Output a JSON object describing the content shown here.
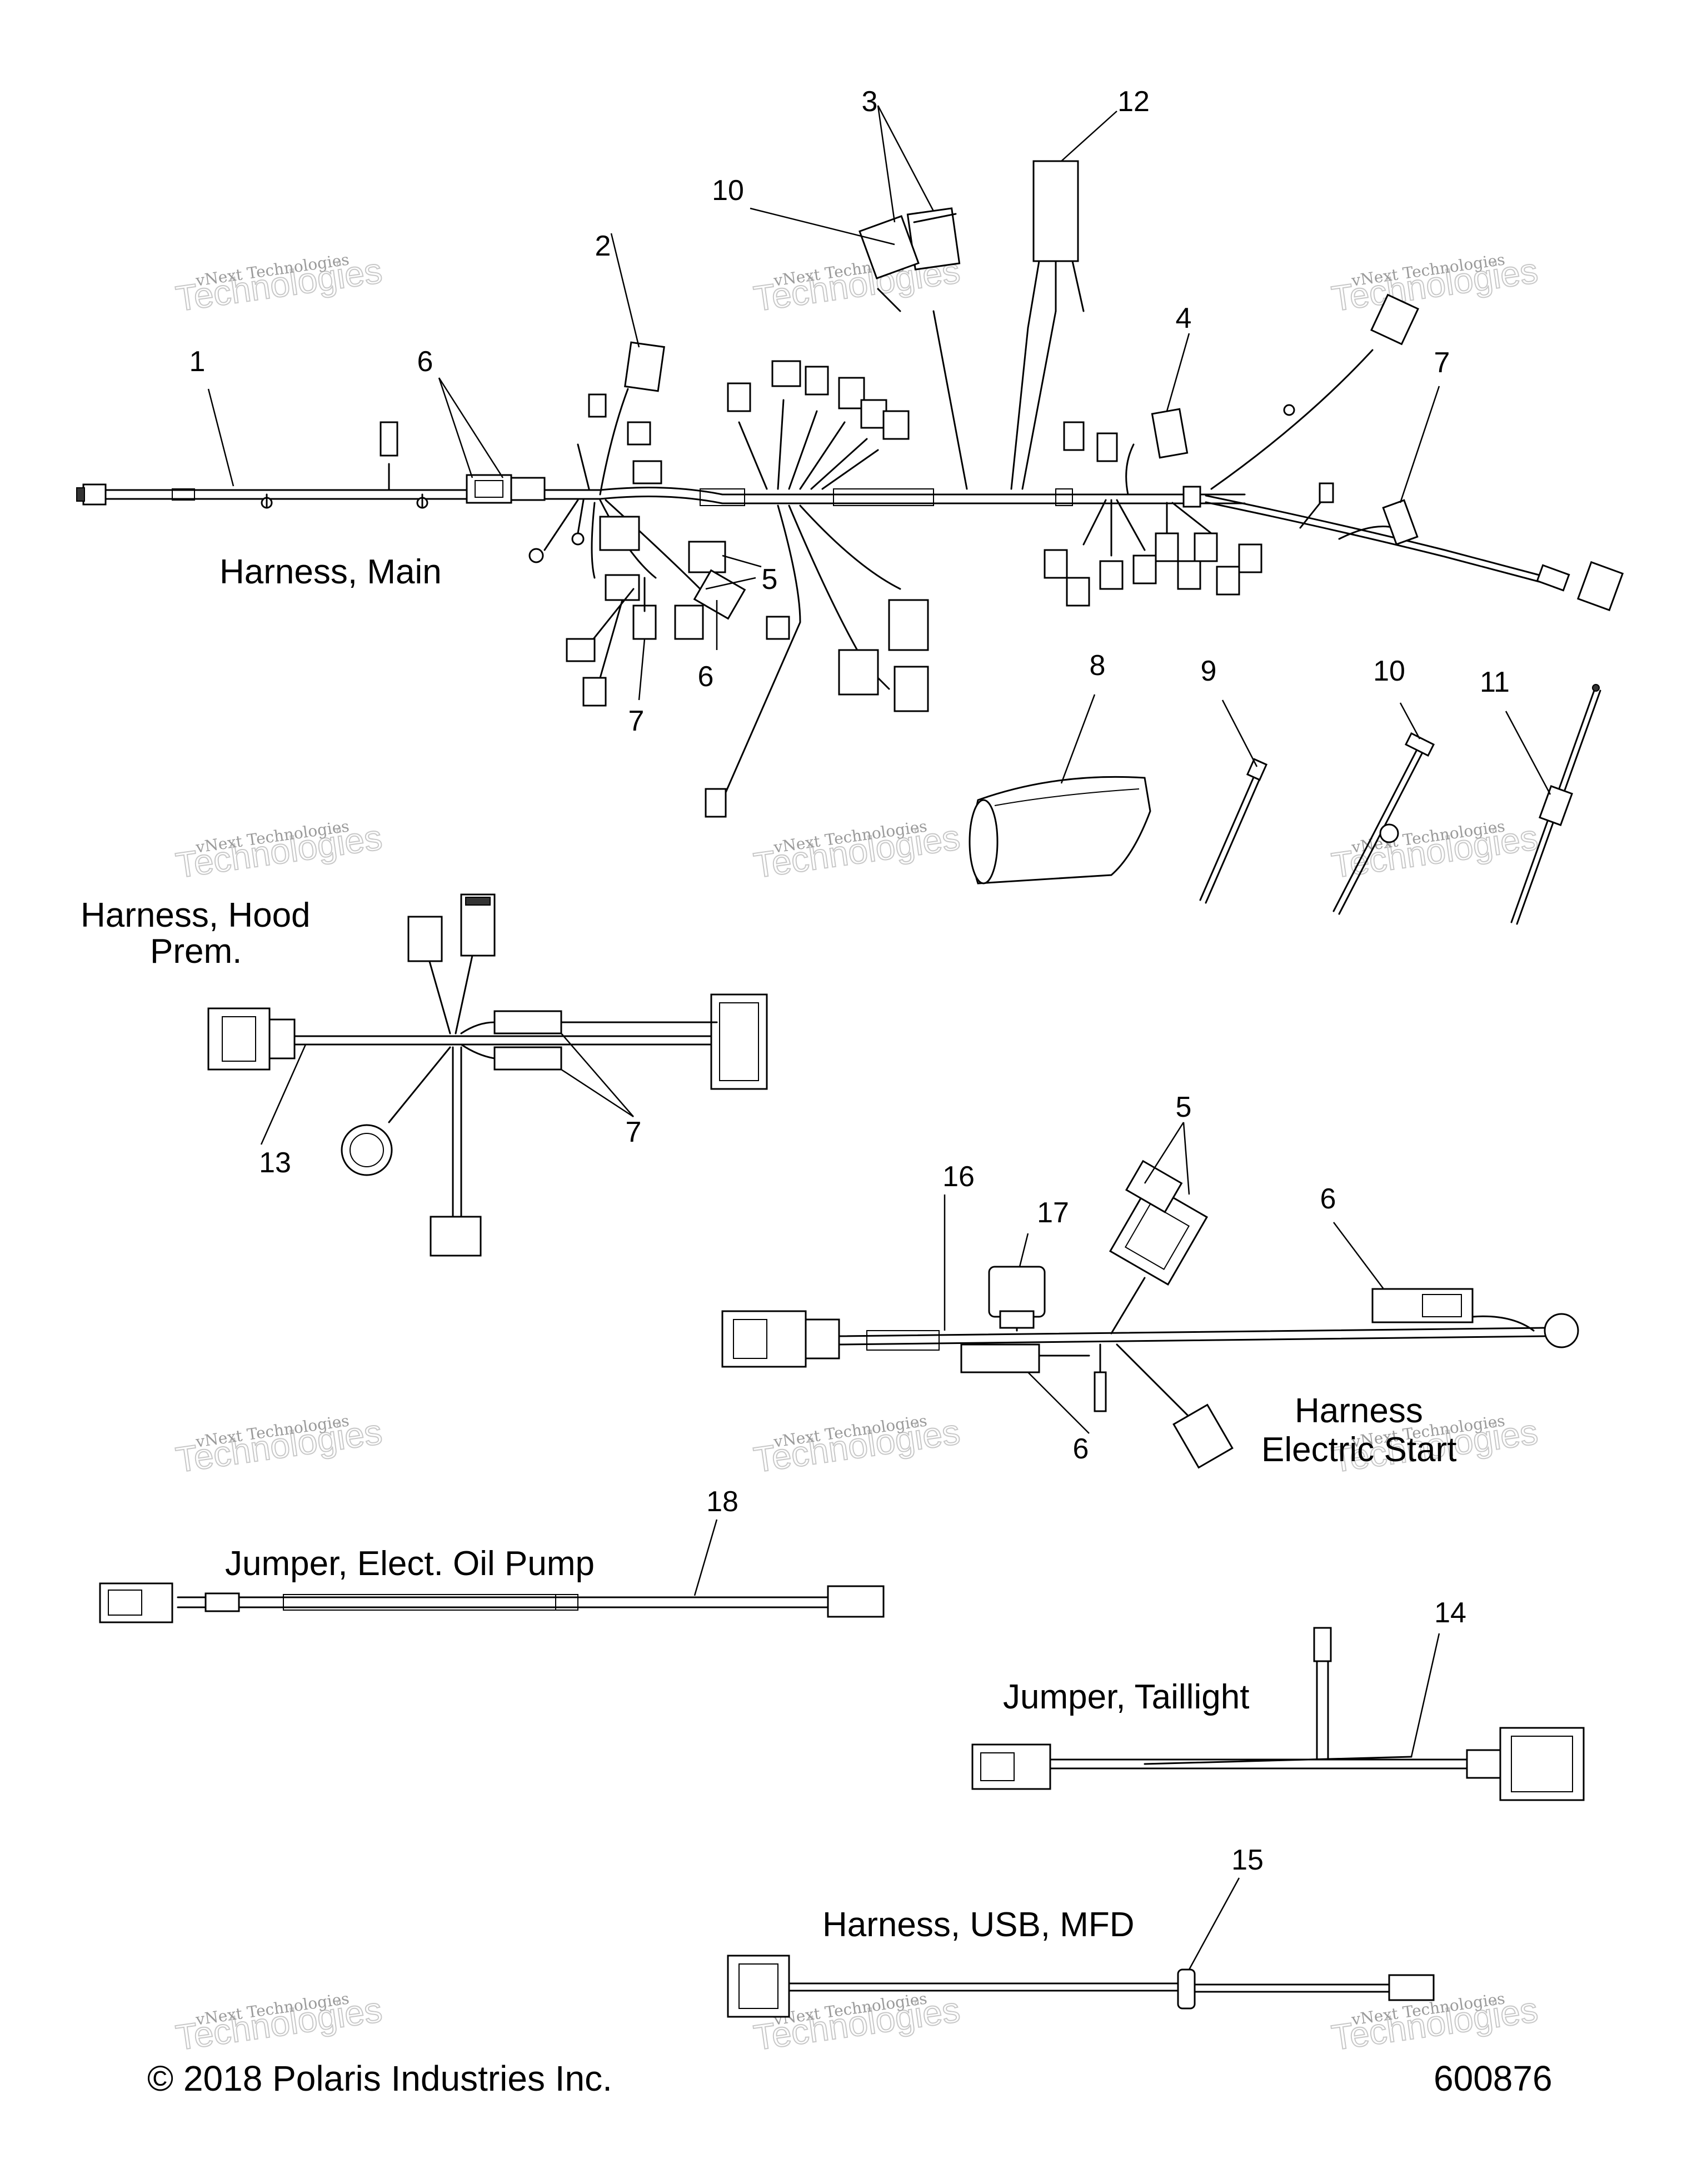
{
  "callouts": {
    "n1": "1",
    "n2": "2",
    "n3": "3",
    "n4": "4",
    "n5a": "5",
    "n5b": "5",
    "n6a": "6",
    "n6b": "6",
    "n6c": "6",
    "n6d": "6",
    "n7a": "7",
    "n7b": "7",
    "n7c": "7",
    "n8": "8",
    "n9": "9",
    "n10a": "10",
    "n10b": "10",
    "n11": "11",
    "n12": "12",
    "n13": "13",
    "n14": "14",
    "n15": "15",
    "n16": "16",
    "n17": "17",
    "n18": "18"
  },
  "captions": {
    "main": "Harness, Main",
    "hood_1": "Harness, Hood",
    "hood_2": "Prem.",
    "estart_1": "Harness",
    "estart_2": "Electric Start",
    "oil_pump": "Jumper, Elect. Oil Pump",
    "taillight": "Jumper, Taillight",
    "usb": "Harness, USB, MFD"
  },
  "footer": {
    "copyright": "© 2018 Polaris Industries Inc.",
    "figure_id": "600876"
  },
  "watermark": {
    "line1": "vNext Technologies",
    "line2": "Technologies"
  }
}
